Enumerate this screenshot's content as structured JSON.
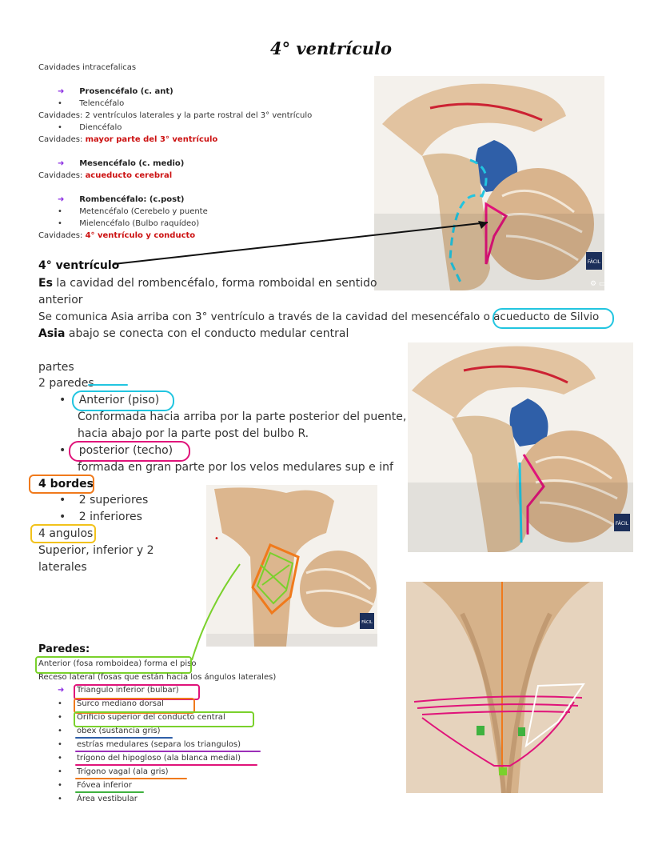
{
  "title": "4° ventrículo",
  "intro": "Cavidades intracefalicas",
  "sections": {
    "prosencefalo": "Prosencéfalo (c. ant)",
    "telencefalo": "Telencéfalo",
    "telencefalo_cav": "Cavidades: 2 ventrículos laterales y la parte rostral del 3° ventrículo",
    "diencefalo": "Diencéfalo",
    "diencefalo_cav_label": "Cavidades:",
    "diencefalo_cav": "mayor parte del 3° ventrículo",
    "mesencefalo": "Mesencéfalo (c. medio)",
    "mesencefalo_cav_label": "Cavidades:",
    "mesencefalo_cav": "acueducto cerebral",
    "rombencefalo": "Rombencéfalo: (c.post)",
    "metencefalo": "Metencéfalo (Cerebelo y puente",
    "mielencefalo": "Mielencéfalo (Bulbo raquídeo)",
    "rombencefalo_cav_label": "Cavidades:",
    "rombencefalo_cav": "4° ventrículo y conducto"
  },
  "main": {
    "heading": "4° ventrículo",
    "line1_bold": "Es",
    "line1": " la cavidad del rombencéfalo, forma romboidal en sentido",
    "line2": "anterior",
    "line3": "Se comunica Asia arriba con 3° ventrículo a través de la cavidad del mesencéfalo o acueducto de Silvio",
    "line4_bold": "Asia",
    "line4": " abajo se conecta con el conducto medular central",
    "partes": "partes",
    "paredes2": "2 paredes",
    "anterior": "Anterior (piso)",
    "anterior_d1": "Conformada hacia arriba por la parte posterior del puente,",
    "anterior_d2": "hacia abajo por la parte post del bulbo R.",
    "posterior": "posterior (techo)",
    "posterior_d1": "formada en gran parte por los velos medulares sup e inf",
    "bordes": "4 bordes",
    "bordes_1": "2 superiores",
    "bordes_2": "2 inferiores",
    "angulos": "4 angulos",
    "angulos_d1": "Superior,   inferior   y   2",
    "angulos_d2": "laterales"
  },
  "paredes": {
    "heading": "Paredes:",
    "anterior": "Anterior (fosa romboidea) forma el piso",
    "receso": "Receso lateral (fosas que están hacia los ángulos laterales)",
    "items": [
      "Triangulo inferior (bulbar)",
      "Surco mediano dorsal",
      "Orificio superior del conducto central",
      "obex (sustancia gris)",
      "estrías medulares (separa los triangulos)",
      "trígono del hipogloso (ala blanca medial)",
      "Trígono vagal (ala gris)",
      "Fóvea inferior",
      "Área vestibular"
    ]
  },
  "badges": {
    "facil": "FÁCIL"
  },
  "colors": {
    "red": "#cc1111",
    "cyan": "#22c5e0",
    "magenta": "#e0137a",
    "orange": "#f07a1c",
    "yellow": "#f2c21b",
    "green": "#7ad12c"
  }
}
